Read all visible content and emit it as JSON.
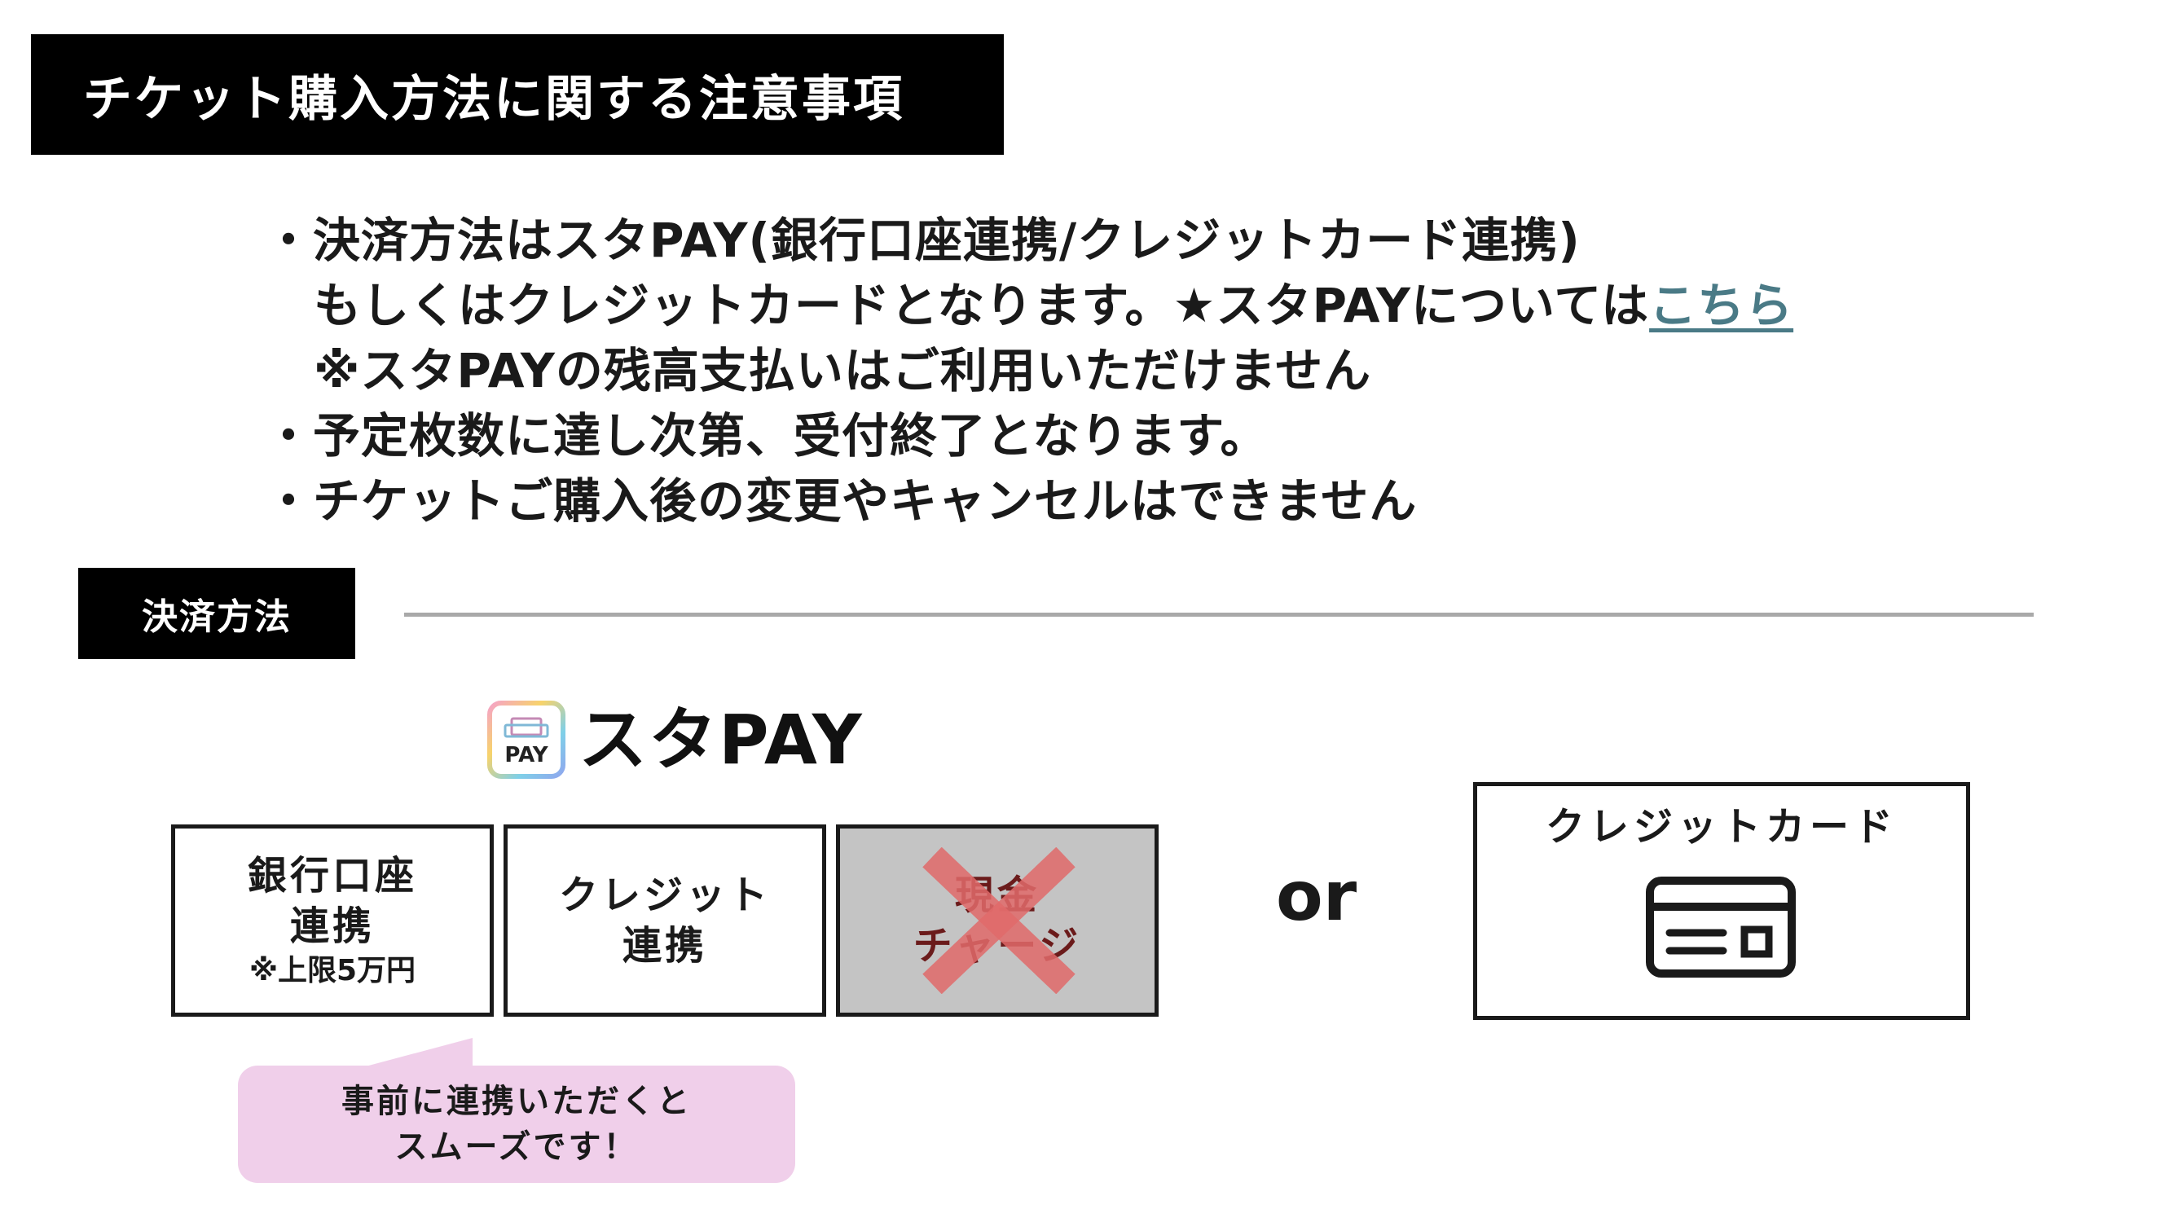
{
  "header": {
    "title": "チケット購入方法に関する注意事項"
  },
  "notes": {
    "line1": "・決済方法はスタPAY(銀行口座連携/クレジットカード連携)",
    "line2_text": "もしくはクレジットカードとなります。★スタPAYについては",
    "line2_link": "こちら",
    "line3": "※スタPAYの残高支払いはご利用いただけません",
    "line4": "・予定枚数に達し次第、受付終了となります。",
    "line5": "・チケットご購入後の変更やキャンセルはできません"
  },
  "section": {
    "label": "決済方法"
  },
  "logo": {
    "icon_text": "PAY",
    "name": "スタPAY"
  },
  "methods": {
    "bank": {
      "line1": "銀行口座",
      "line2": "連携",
      "note": "※上限5万円"
    },
    "credit_link": {
      "line1": "クレジット",
      "line2": "連携"
    },
    "cash": {
      "line1": "現金",
      "line2": "チャージ",
      "available": false
    }
  },
  "or_text": "or",
  "card": {
    "label": "クレジットカード",
    "icon": "credit-card-icon"
  },
  "callout": {
    "line1": "事前に連携いただくと",
    "line2": "スムーズです！"
  },
  "colors": {
    "link": "#4a7a86",
    "callout_bg": "#f0cfea",
    "cross": "#e06a6a",
    "disabled_bg": "#c4c4c4"
  }
}
